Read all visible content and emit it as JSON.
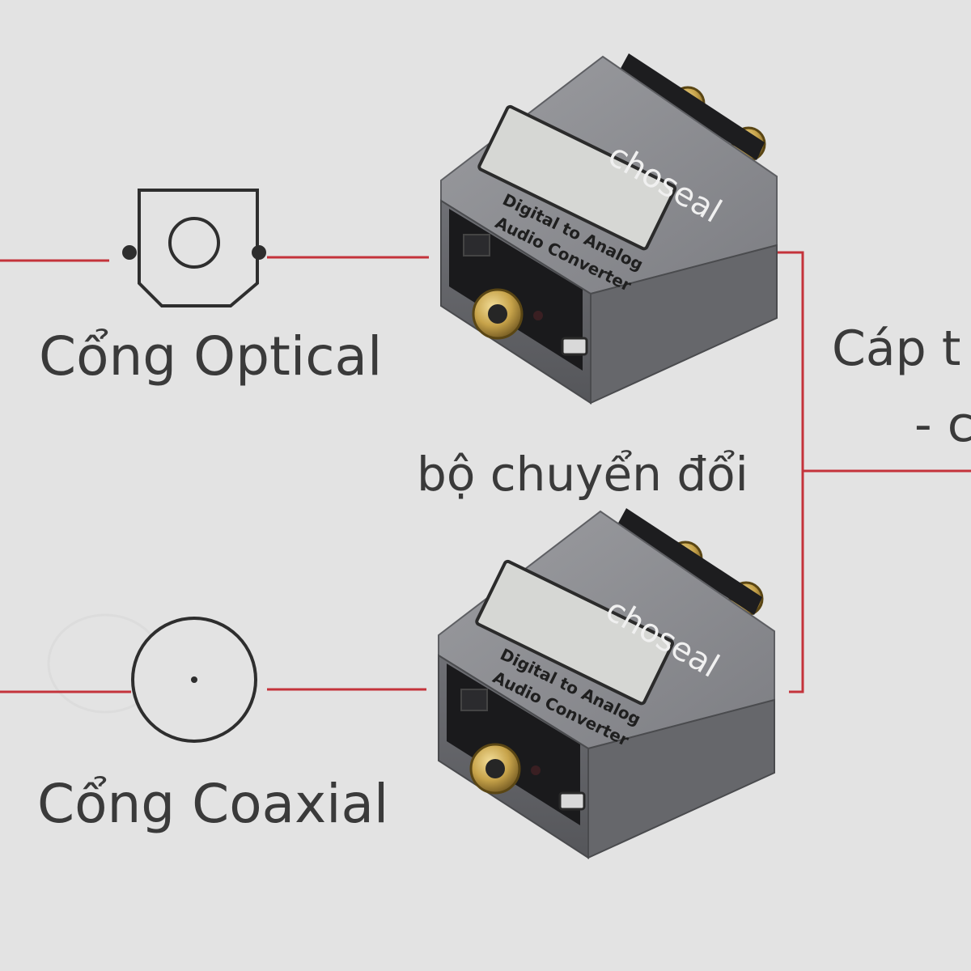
{
  "labels": {
    "optical_port": "Cổng Optical",
    "coaxial_port": "Cổng Coaxial",
    "converter": "bộ chuyển đổi",
    "cable_prefix": "Cáp t",
    "cable_dash": "- c"
  },
  "device": {
    "brand": "chоseal",
    "label_line1": "Digital to Analog",
    "label_line2": "Audio Converter"
  },
  "icons": [
    "optical-port-icon",
    "coaxial-port-icon"
  ],
  "colors": {
    "background": "#e3e3e3",
    "line": "#c4333b",
    "text": "#3a3a3a",
    "device_body": "#7c7d82",
    "connector_gold": "#c7a34a"
  }
}
